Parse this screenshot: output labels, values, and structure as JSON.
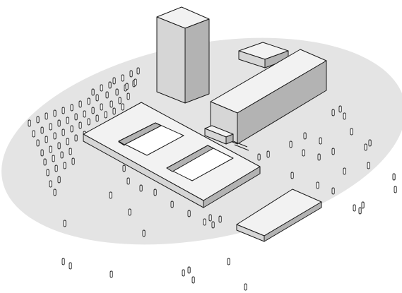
{
  "diagram": {
    "ground": "site-ellipse",
    "buildings": [
      "tower",
      "annex-block",
      "long-bar-building",
      "podium-with-courtyards",
      "connector",
      "small-slab"
    ],
    "figures": "pillar-people"
  },
  "colors": {
    "ground": "#e4e4e4",
    "top_face": "#f2f2f2",
    "left_face": "#d6d6d6",
    "right_face": "#b3b3b3",
    "edge": "#1a1a1a"
  }
}
